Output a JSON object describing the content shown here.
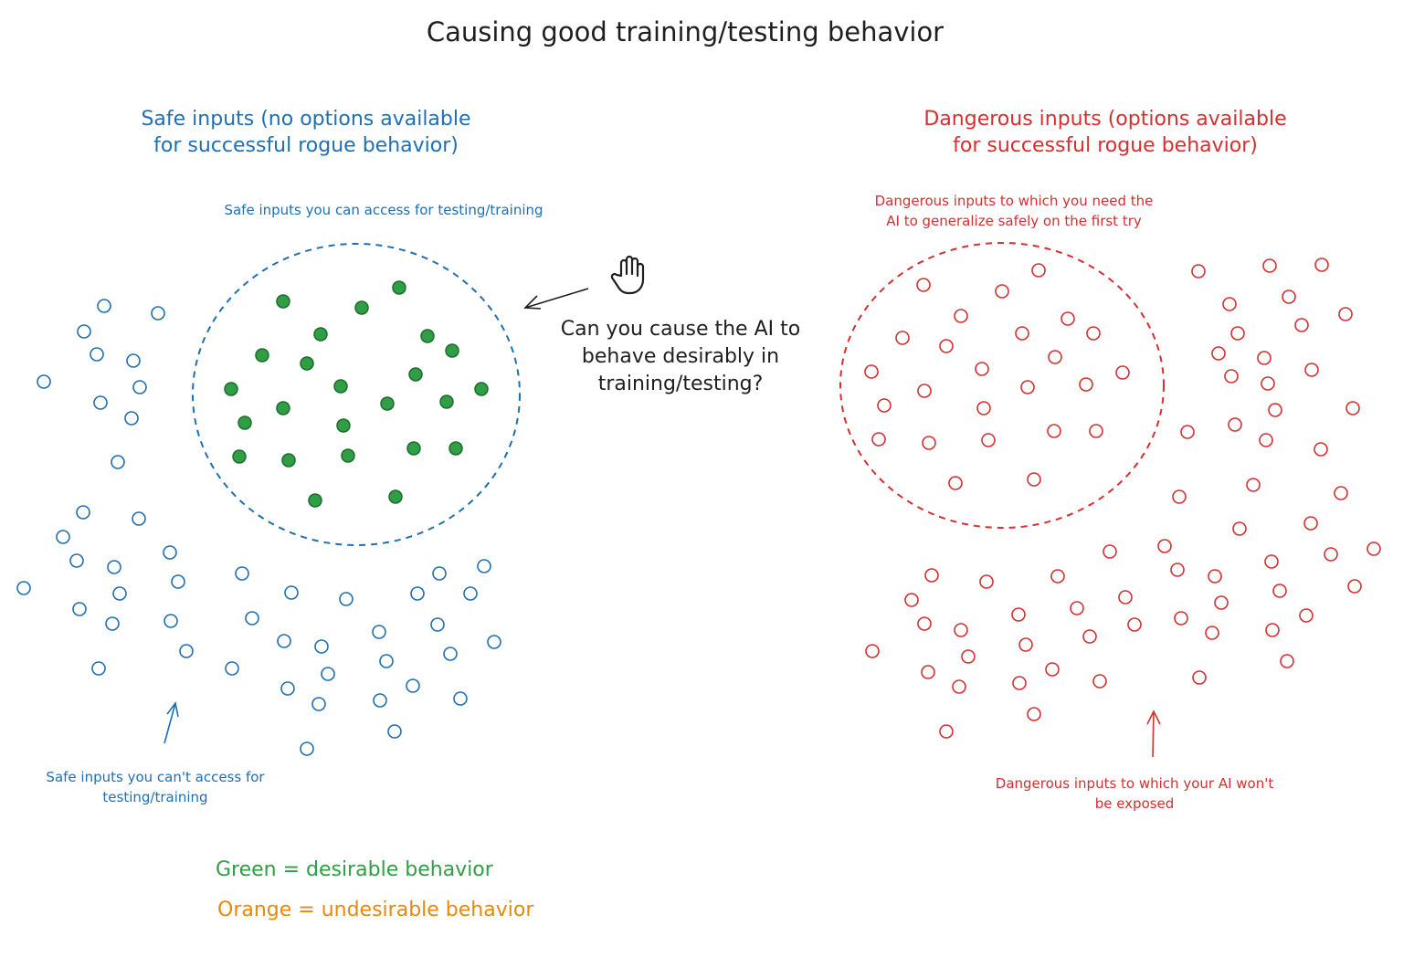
{
  "title": "Causing good training/testing behavior",
  "safe_heading": "Safe inputs (no options available\nfor successful rogue behavior)",
  "danger_heading": "Dangerous inputs (options available\nfor successful rogue behavior)",
  "safe_access_label": "Safe inputs you can access for testing/training",
  "safe_no_access_label": "Safe inputs you can't access for\ntesting/training",
  "danger_first_try_label": "Dangerous inputs to which you need the\nAI to generalize safely on the first try",
  "danger_not_exposed_label": "Dangerous inputs to which your AI won't\nbe exposed",
  "question": "Can you cause the AI to\nbehave desirably in\ntraining/testing?",
  "legend": {
    "green": "Green = desirable behavior",
    "orange": "Orange = undesirable behavior"
  },
  "colors": {
    "safe_blue": "#1f6fb2",
    "danger_red": "#d62f2f",
    "desirable_green": "#2f9e44",
    "undesirable_orange": "#e8890c",
    "text_dark": "#1f1f1f"
  },
  "icons": {
    "pointer": "hand-pointer-icon"
  }
}
